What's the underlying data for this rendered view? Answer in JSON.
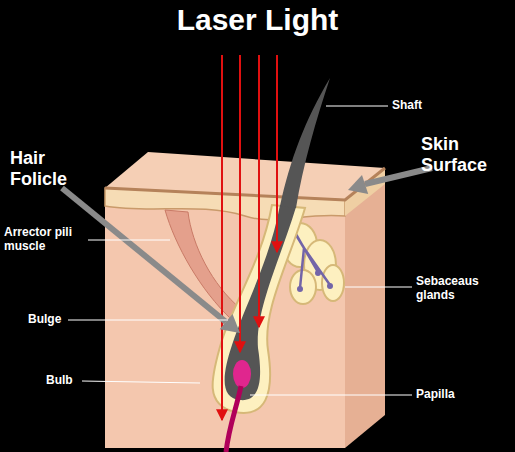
{
  "diagram": {
    "title": "Laser Light",
    "labels": [
      "Shaft",
      "Skin Surface",
      "Hair Folicle",
      "Arrector pili muscle",
      "Sebaceaus glands",
      "Bulge",
      "Bulb",
      "Papilla"
    ]
  }
}
